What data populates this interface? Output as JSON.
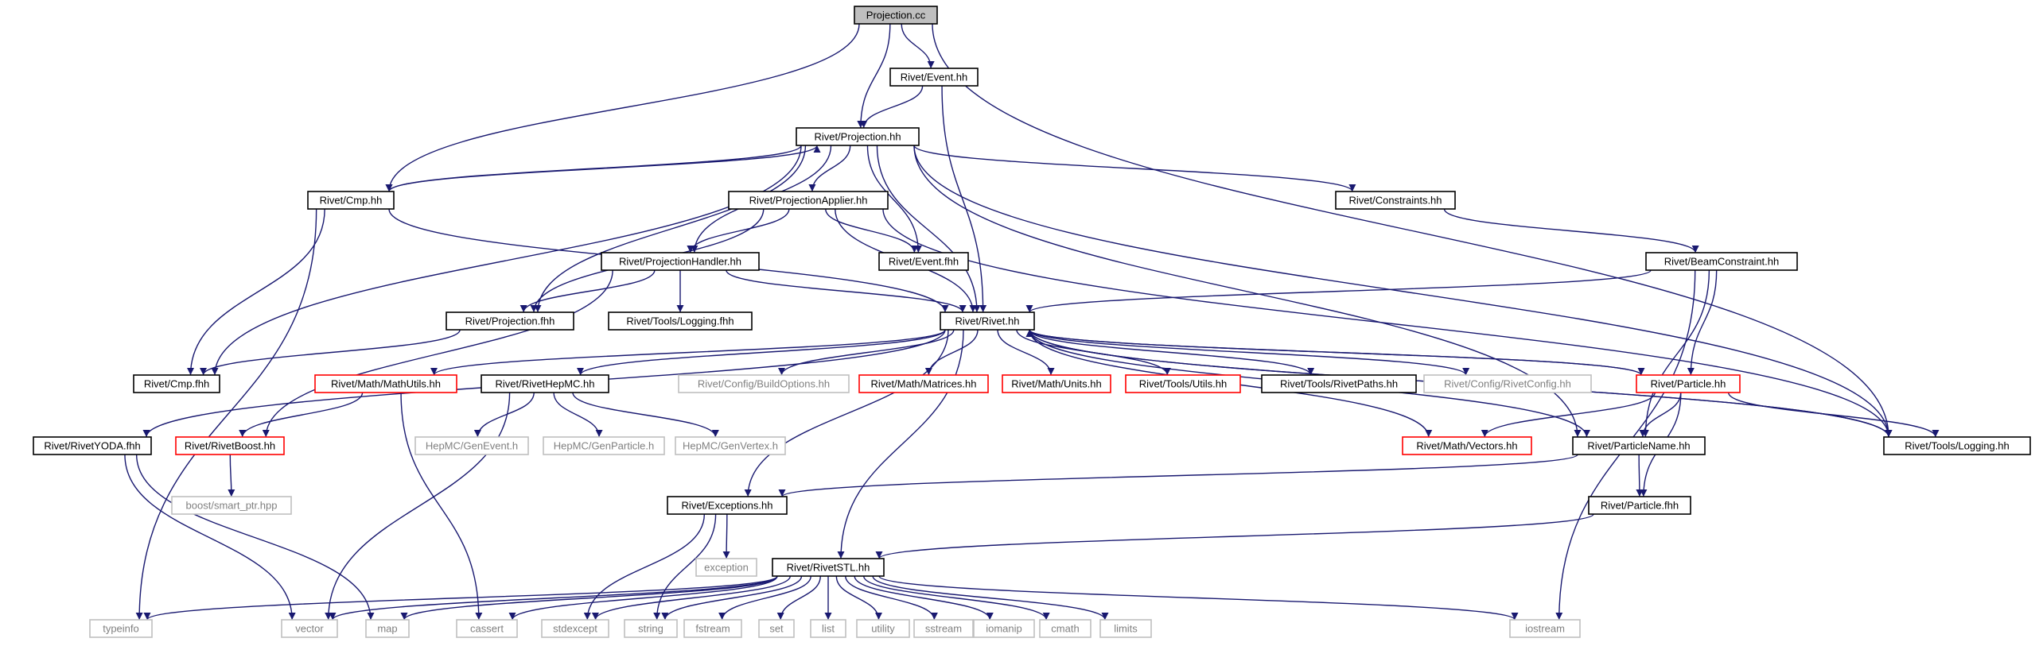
{
  "colors": {
    "edge": "#191970",
    "black_border": "#000000",
    "gray_border": "#bfbfbf",
    "red_border": "#ff0000",
    "root_fill": "#bfbfbf",
    "gray_text": "#808080"
  },
  "nodes": [
    {
      "id": "projection_cc",
      "label": "Projection.cc",
      "style": "root"
    },
    {
      "id": "event_hh",
      "label": "Rivet/Event.hh",
      "style": "black"
    },
    {
      "id": "projection_hh",
      "label": "Rivet/Projection.hh",
      "style": "black"
    },
    {
      "id": "cmp_hh",
      "label": "Rivet/Cmp.hh",
      "style": "black"
    },
    {
      "id": "projection_applier",
      "label": "Rivet/ProjectionApplier.hh",
      "style": "black"
    },
    {
      "id": "constraints",
      "label": "Rivet/Constraints.hh",
      "style": "black"
    },
    {
      "id": "event_fhh",
      "label": "Rivet/Event.fhh",
      "style": "black"
    },
    {
      "id": "projection_handler",
      "label": "Rivet/ProjectionHandler.hh",
      "style": "black"
    },
    {
      "id": "beam_constraint",
      "label": "Rivet/BeamConstraint.hh",
      "style": "black"
    },
    {
      "id": "projection_fhh",
      "label": "Rivet/Projection.fhh",
      "style": "black"
    },
    {
      "id": "logging_fhh",
      "label": "Rivet/Tools/Logging.fhh",
      "style": "black"
    },
    {
      "id": "rivet_hh",
      "label": "Rivet/Rivet.hh",
      "style": "black"
    },
    {
      "id": "cmp_fhh",
      "label": "Rivet/Cmp.fhh",
      "style": "black"
    },
    {
      "id": "mathutils",
      "label": "Rivet/Math/MathUtils.hh",
      "style": "red"
    },
    {
      "id": "rivethepmc",
      "label": "Rivet/RivetHepMC.hh",
      "style": "black"
    },
    {
      "id": "buildoptions",
      "label": "Rivet/Config/BuildOptions.hh",
      "style": "gray"
    },
    {
      "id": "matrices",
      "label": "Rivet/Math/Matrices.hh",
      "style": "red"
    },
    {
      "id": "units",
      "label": "Rivet/Math/Units.hh",
      "style": "red"
    },
    {
      "id": "utils",
      "label": "Rivet/Tools/Utils.hh",
      "style": "red"
    },
    {
      "id": "rivetpaths",
      "label": "Rivet/Tools/RivetPaths.hh",
      "style": "black"
    },
    {
      "id": "rivetconfig",
      "label": "Rivet/Config/RivetConfig.hh",
      "style": "gray"
    },
    {
      "id": "particle_hh",
      "label": "Rivet/Particle.hh",
      "style": "red"
    },
    {
      "id": "logging_hh",
      "label": "Rivet/Tools/Logging.hh",
      "style": "black"
    },
    {
      "id": "rivetyoda",
      "label": "Rivet/RivetYODA.fhh",
      "style": "black"
    },
    {
      "id": "rivetboost",
      "label": "Rivet/RivetBoost.hh",
      "style": "red"
    },
    {
      "id": "genevent",
      "label": "HepMC/GenEvent.h",
      "style": "gray"
    },
    {
      "id": "genparticle",
      "label": "HepMC/GenParticle.h",
      "style": "gray"
    },
    {
      "id": "genvertex",
      "label": "HepMC/GenVertex.h",
      "style": "gray"
    },
    {
      "id": "vectors",
      "label": "Rivet/Math/Vectors.hh",
      "style": "red"
    },
    {
      "id": "particlename",
      "label": "Rivet/ParticleName.hh",
      "style": "black"
    },
    {
      "id": "smart_ptr",
      "label": "boost/smart_ptr.hpp",
      "style": "gray"
    },
    {
      "id": "exceptions",
      "label": "Rivet/Exceptions.hh",
      "style": "black"
    },
    {
      "id": "particle_fhh",
      "label": "Rivet/Particle.fhh",
      "style": "black"
    },
    {
      "id": "exception",
      "label": "exception",
      "style": "gray"
    },
    {
      "id": "rivetstl",
      "label": "Rivet/RivetSTL.hh",
      "style": "black"
    },
    {
      "id": "typeinfo",
      "label": "typeinfo",
      "style": "gray"
    },
    {
      "id": "vector",
      "label": "vector",
      "style": "gray"
    },
    {
      "id": "map",
      "label": "map",
      "style": "gray"
    },
    {
      "id": "cassert",
      "label": "cassert",
      "style": "gray"
    },
    {
      "id": "stdexcept",
      "label": "stdexcept",
      "style": "gray"
    },
    {
      "id": "string",
      "label": "string",
      "style": "gray"
    },
    {
      "id": "fstream",
      "label": "fstream",
      "style": "gray"
    },
    {
      "id": "set",
      "label": "set",
      "style": "gray"
    },
    {
      "id": "list",
      "label": "list",
      "style": "gray"
    },
    {
      "id": "utility",
      "label": "utility",
      "style": "gray"
    },
    {
      "id": "sstream",
      "label": "sstream",
      "style": "gray"
    },
    {
      "id": "iomanip",
      "label": "iomanip",
      "style": "gray"
    },
    {
      "id": "cmath",
      "label": "cmath",
      "style": "gray"
    },
    {
      "id": "limits",
      "label": "limits",
      "style": "gray"
    },
    {
      "id": "iostream",
      "label": "iostream",
      "style": "gray"
    }
  ],
  "edges": [
    [
      "projection_cc",
      "event_hh"
    ],
    [
      "projection_cc",
      "projection_hh"
    ],
    [
      "projection_cc",
      "cmp_hh"
    ],
    [
      "projection_cc",
      "logging_hh"
    ],
    [
      "event_hh",
      "projection_hh"
    ],
    [
      "event_hh",
      "rivet_hh"
    ],
    [
      "projection_hh",
      "cmp_hh"
    ],
    [
      "cmp_hh",
      "projection_hh"
    ],
    [
      "projection_hh",
      "projection_applier"
    ],
    [
      "projection_hh",
      "constraints"
    ],
    [
      "projection_hh",
      "event_fhh"
    ],
    [
      "projection_hh",
      "projection_handler"
    ],
    [
      "projection_hh",
      "projection_fhh"
    ],
    [
      "projection_hh",
      "rivet_hh"
    ],
    [
      "projection_hh",
      "cmp_fhh"
    ],
    [
      "projection_hh",
      "logging_hh"
    ],
    [
      "projection_hh",
      "particlename"
    ],
    [
      "cmp_hh",
      "cmp_fhh"
    ],
    [
      "cmp_hh",
      "rivet_hh"
    ],
    [
      "cmp_hh",
      "typeinfo"
    ],
    [
      "projection_applier",
      "projection_handler"
    ],
    [
      "projection_applier",
      "event_fhh"
    ],
    [
      "projection_applier",
      "projection_fhh"
    ],
    [
      "projection_applier",
      "rivet_hh"
    ],
    [
      "projection_applier",
      "logging_hh"
    ],
    [
      "constraints",
      "beam_constraint"
    ],
    [
      "projection_handler",
      "projection_fhh"
    ],
    [
      "projection_handler",
      "logging_fhh"
    ],
    [
      "projection_handler",
      "rivet_hh"
    ],
    [
      "projection_handler",
      "rivetboost"
    ],
    [
      "beam_constraint",
      "rivet_hh"
    ],
    [
      "beam_constraint",
      "particle_hh"
    ],
    [
      "beam_constraint",
      "particlename"
    ],
    [
      "beam_constraint",
      "iostream"
    ],
    [
      "projection_fhh",
      "cmp_fhh"
    ],
    [
      "rivet_hh",
      "mathutils"
    ],
    [
      "rivet_hh",
      "rivethepmc"
    ],
    [
      "rivet_hh",
      "buildoptions"
    ],
    [
      "rivet_hh",
      "matrices"
    ],
    [
      "rivet_hh",
      "units"
    ],
    [
      "rivet_hh",
      "utils"
    ],
    [
      "rivet_hh",
      "rivetpaths"
    ],
    [
      "rivet_hh",
      "rivetconfig"
    ],
    [
      "rivet_hh",
      "particle_hh"
    ],
    [
      "particle_hh",
      "rivet_hh"
    ],
    [
      "rivet_hh",
      "logging_hh"
    ],
    [
      "logging_hh",
      "rivet_hh"
    ],
    [
      "rivet_hh",
      "rivetyoda"
    ],
    [
      "rivet_hh",
      "vectors"
    ],
    [
      "rivet_hh",
      "particlename"
    ],
    [
      "rivet_hh",
      "exceptions"
    ],
    [
      "rivet_hh",
      "rivetstl"
    ],
    [
      "mathutils",
      "rivetboost"
    ],
    [
      "mathutils",
      "cassert"
    ],
    [
      "rivethepmc",
      "genevent"
    ],
    [
      "rivethepmc",
      "genparticle"
    ],
    [
      "rivethepmc",
      "genvertex"
    ],
    [
      "rivethepmc",
      "vector"
    ],
    [
      "particle_hh",
      "logging_hh"
    ],
    [
      "particle_hh",
      "vectors"
    ],
    [
      "particle_hh",
      "particlename"
    ],
    [
      "particle_hh",
      "particle_fhh"
    ],
    [
      "rivetyoda",
      "vector"
    ],
    [
      "rivetyoda",
      "map"
    ],
    [
      "rivetboost",
      "smart_ptr"
    ],
    [
      "particlename",
      "exceptions"
    ],
    [
      "particlename",
      "particle_fhh"
    ],
    [
      "exceptions",
      "exception"
    ],
    [
      "exceptions",
      "stdexcept"
    ],
    [
      "exceptions",
      "string"
    ],
    [
      "particle_fhh",
      "rivetstl"
    ],
    [
      "rivetstl",
      "typeinfo"
    ],
    [
      "rivetstl",
      "vector"
    ],
    [
      "rivetstl",
      "map"
    ],
    [
      "rivetstl",
      "cassert"
    ],
    [
      "rivetstl",
      "stdexcept"
    ],
    [
      "rivetstl",
      "string"
    ],
    [
      "rivetstl",
      "fstream"
    ],
    [
      "rivetstl",
      "set"
    ],
    [
      "rivetstl",
      "list"
    ],
    [
      "rivetstl",
      "utility"
    ],
    [
      "rivetstl",
      "sstream"
    ],
    [
      "rivetstl",
      "iomanip"
    ],
    [
      "rivetstl",
      "cmath"
    ],
    [
      "rivetstl",
      "limits"
    ],
    [
      "rivetstl",
      "iostream"
    ]
  ]
}
